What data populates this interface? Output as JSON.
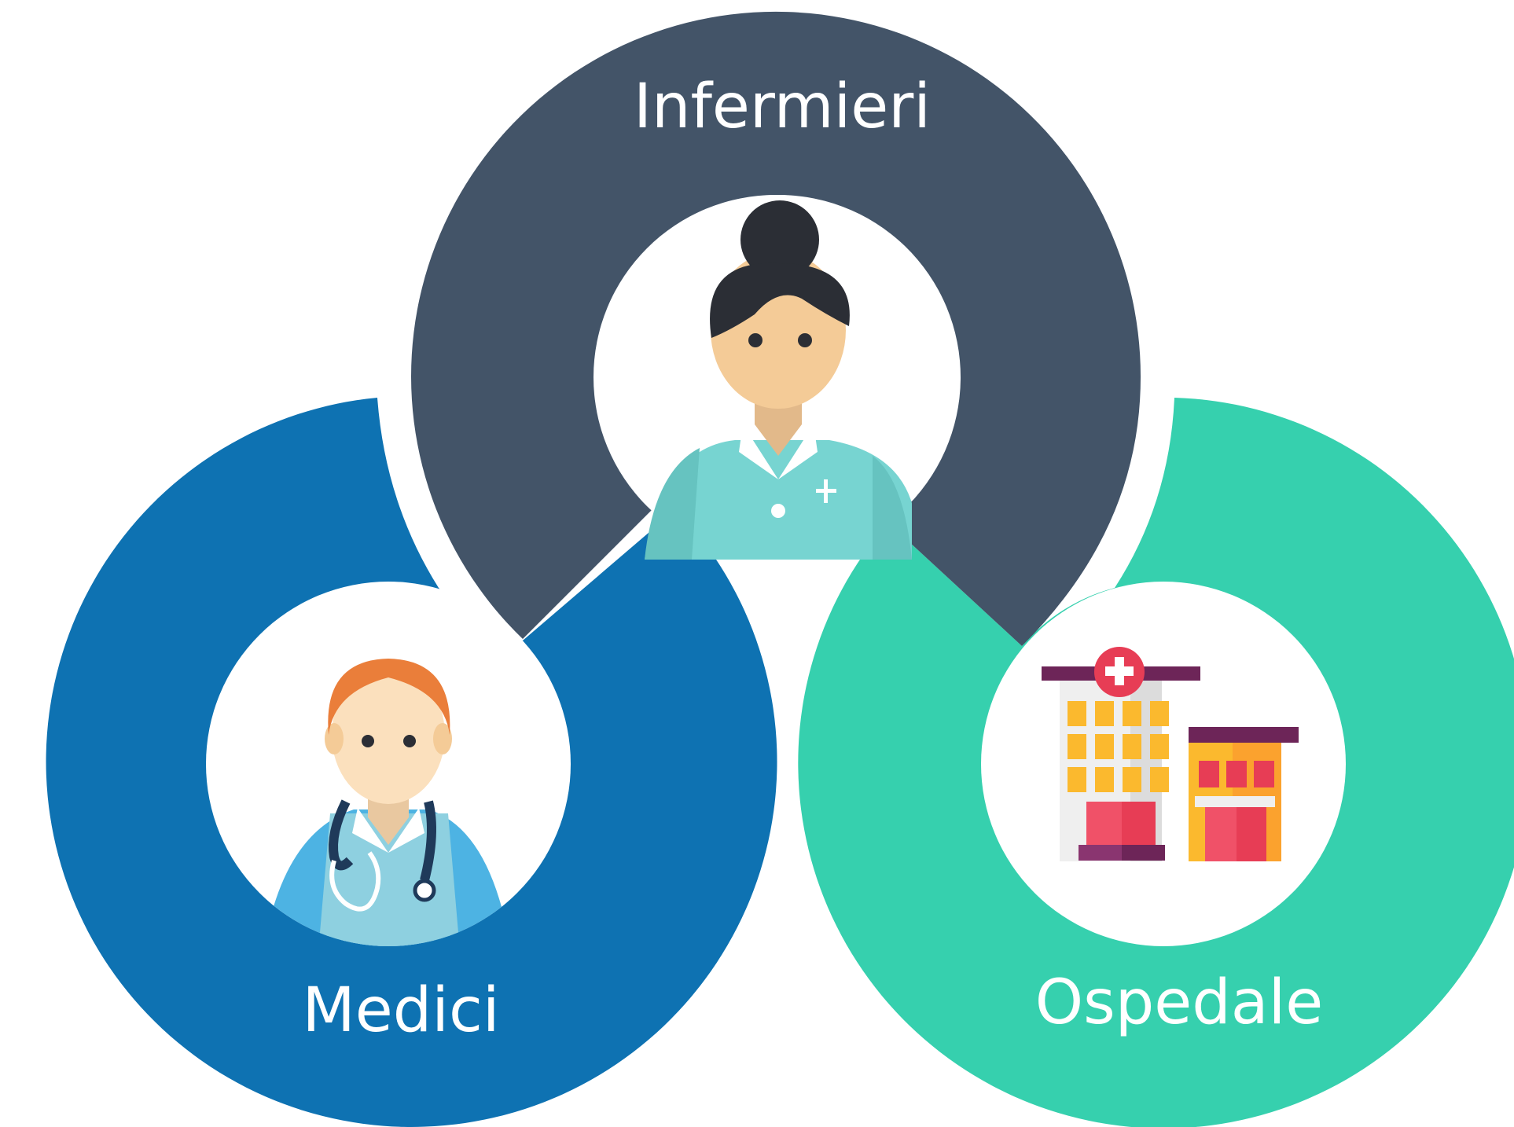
{
  "diagram": {
    "rings": [
      {
        "label": "Infermieri",
        "icon": "nurse-icon",
        "color": "#435468"
      },
      {
        "label": "Medici",
        "icon": "doctor-icon",
        "color": "#0e72b2"
      },
      {
        "label": "Ospedale",
        "icon": "hospital-icon",
        "color": "#36d0ae"
      }
    ],
    "colors": {
      "background": "#ffffff",
      "inner_circle": "#ffffff"
    }
  }
}
